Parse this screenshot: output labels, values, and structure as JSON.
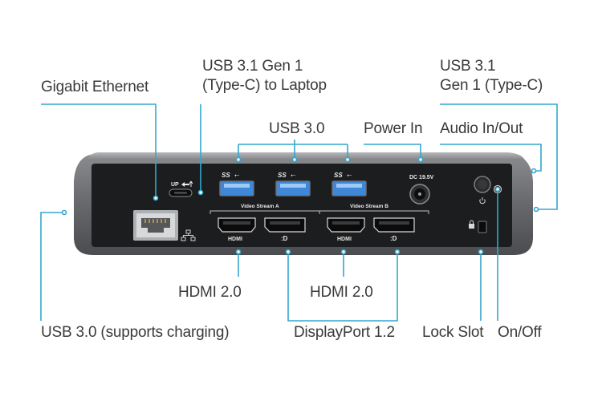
{
  "labels": {
    "gigabit_ethernet": "Gigabit Ethernet",
    "usb31_laptop_line1": "USB 3.1 Gen 1",
    "usb31_laptop_line2": "(Type-C) to Laptop",
    "usb31_typec_line1": "USB 3.1",
    "usb31_typec_line2": "Gen 1 (Type-C)",
    "usb30": "USB 3.0",
    "power_in": "Power In",
    "audio_in_out": "Audio In/Out",
    "hdmi_a": "HDMI 2.0",
    "hdmi_b": "HDMI 2.0",
    "usb30_charging": "USB 3.0 (supports charging)",
    "displayport": "DisplayPort 1.2",
    "lock_slot": "Lock Slot",
    "on_off": "On/Off"
  },
  "device_markings": {
    "up": "UP",
    "video_stream_a": "Video Stream A",
    "video_stream_b": "Video Stream B",
    "hdmi_a": "HDMI",
    "hdmi_b": "HDMI",
    "ss1": "SS",
    "ss2": "SS",
    "ss3": "SS",
    "dc": "DC 19.5V"
  },
  "colors": {
    "leader_line": "#34a7cf",
    "label_text": "#3a3a3a",
    "usb3_port": "#3f87d8",
    "dock_body": "#6b6d70",
    "panel": "#1c1d1f"
  }
}
